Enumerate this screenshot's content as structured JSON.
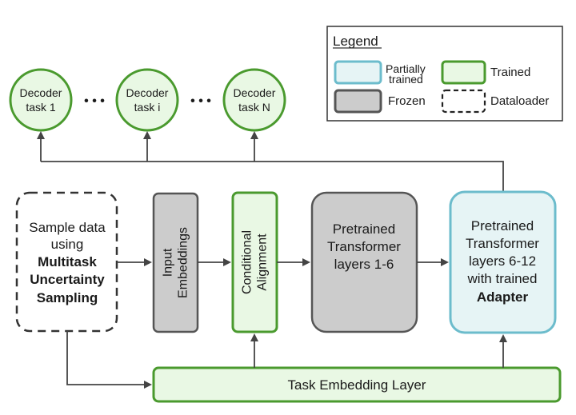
{
  "legend": {
    "title": "Legend",
    "partially_trained_line1": "Partially",
    "partially_trained_line2": "trained",
    "trained": "Trained",
    "frozen": "Frozen",
    "dataloader": "Dataloader"
  },
  "decoders": [
    {
      "line1": "Decoder",
      "line2": "task 1"
    },
    {
      "line1": "Decoder",
      "line2": "task i"
    },
    {
      "line1": "Decoder",
      "line2": "task N"
    }
  ],
  "ellipsis": "• • •",
  "sample": {
    "line1": "Sample data",
    "line2": "using",
    "line3": "Multitask",
    "line4": "Uncertainty",
    "line5": "Sampling"
  },
  "input_embeddings": {
    "line1": "Input",
    "line2": "Embeddings"
  },
  "conditional_alignment": {
    "line1": "Conditional",
    "line2": "Alignment"
  },
  "transformer_1_6": {
    "line1": "Pretrained",
    "line2": "Transformer",
    "line3": "layers 1-6"
  },
  "transformer_6_12": {
    "line1": "Pretrained",
    "line2": "Transformer",
    "line3": "layers 6-12",
    "line4": "with trained",
    "line5": "Adapter"
  },
  "task_embedding": "Task Embedding Layer",
  "colors": {
    "trained_border": "#4a9a2e",
    "trained_fill": "#e9f8e4",
    "partial_border": "#6cbccc",
    "partial_fill": "#e6f4f5",
    "frozen_border": "#555555",
    "frozen_fill": "#cccccc",
    "line": "#444444"
  }
}
